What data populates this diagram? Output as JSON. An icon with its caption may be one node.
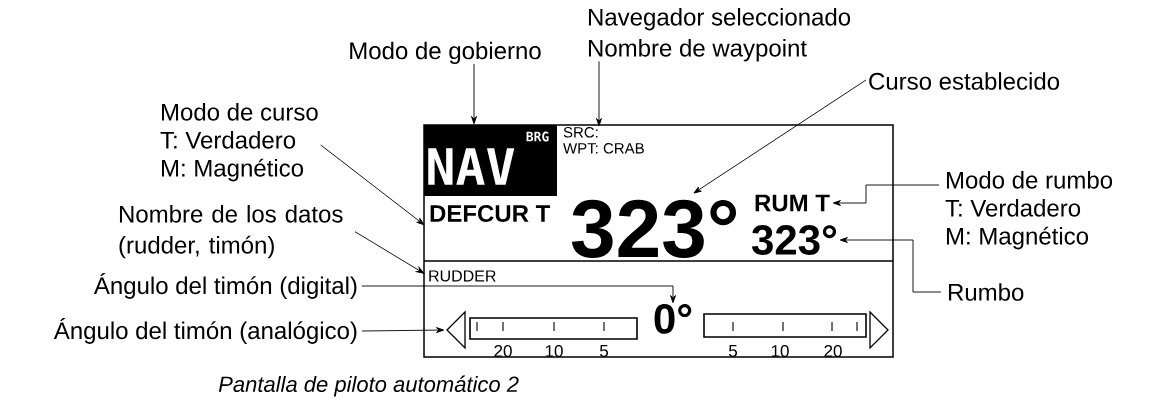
{
  "diagram": {
    "caption": "Pantalla de piloto automático 2",
    "nodes": [
      {
        "text": [],
        "shape": "box"
      },
      {
        "text": [
          "NAV",
          "BRG"
        ],
        "in": 0
      },
      {
        "text": [
          "SRC:",
          "WPT: CRAB"
        ],
        "in": 0
      },
      {
        "text": [
          "DEFCUR T"
        ],
        "in": 0
      },
      {
        "text": [
          "323°"
        ],
        "in": 0
      },
      {
        "text": [
          "RUM T"
        ],
        "in": 0
      },
      {
        "text": [
          "323°"
        ],
        "in": 0
      },
      {
        "text": [
          "RUDDER"
        ],
        "in": 0
      },
      {
        "text": [
          "0°"
        ],
        "in": 0
      },
      {
        "text": [],
        "shape": "bar",
        "in": 0,
        "beside": [
          "20",
          "10",
          "5"
        ]
      },
      {
        "text": [],
        "shape": "bar",
        "in": 0,
        "beside": [
          "5",
          "10",
          "20"
        ]
      },
      {
        "text": [
          "Modo de gobierno"
        ]
      },
      {
        "text": [
          "Navegador seleccionado",
          "Nombre de waypoint"
        ]
      },
      {
        "text": [
          "Curso establecido"
        ]
      },
      {
        "text": [
          "Modo de curso",
          "T: Verdadero",
          "M: Magnético"
        ]
      },
      {
        "text": [
          "Nombre de los datos (rudder, timón)"
        ]
      },
      {
        "text": [
          "Ángulo del timón (digital)"
        ]
      },
      {
        "text": [
          "Ángulo del timón (analógico)"
        ]
      },
      {
        "text": [
          "Modo de rumbo",
          "T: Verdadero",
          "M: Magnético"
        ]
      },
      {
        "text": [
          "Rumbo"
        ]
      }
    ],
    "edges": [
      {
        "from": 11,
        "to": 1,
        "arrow": "to"
      },
      {
        "from": 12,
        "to": 2,
        "arrow": "to"
      },
      {
        "from": 13,
        "to": 4,
        "arrow": "to"
      },
      {
        "from": 14,
        "to": 3,
        "arrow": "to"
      },
      {
        "from": 15,
        "to": 7,
        "arrow": "to"
      },
      {
        "from": 16,
        "to": 8,
        "arrow": "to"
      },
      {
        "from": 17,
        "to": 9,
        "arrow": "to"
      },
      {
        "from": 18,
        "to": 5,
        "arrow": "to"
      },
      {
        "from": 19,
        "to": 6,
        "arrow": "to"
      }
    ]
  }
}
